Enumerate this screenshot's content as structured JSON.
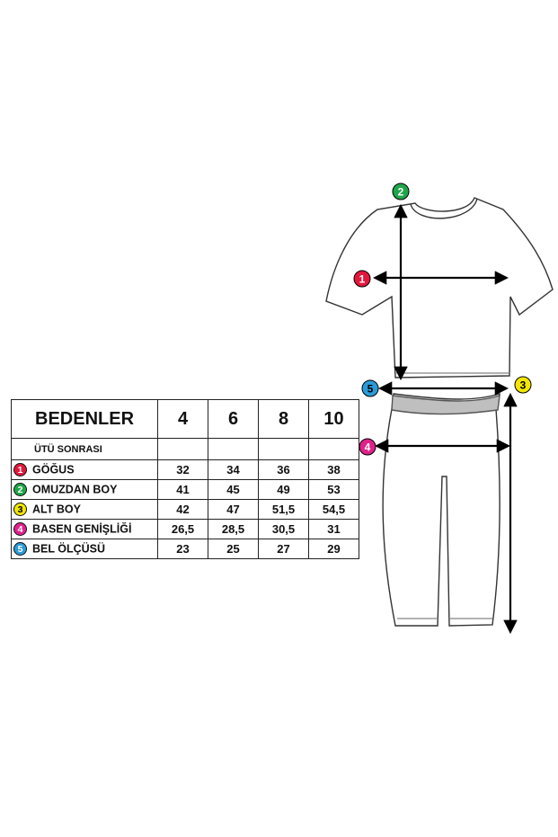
{
  "table": {
    "header_label": "BEDENLER",
    "sizes": [
      "4",
      "6",
      "8",
      "10"
    ],
    "subheader": "ÜTÜ SONRASI",
    "rows": [
      {
        "num": "1",
        "label": "GÖĞUS",
        "color": "#e3173b",
        "values": [
          "32",
          "34",
          "36",
          "38"
        ]
      },
      {
        "num": "2",
        "label": "OMUZDAN BOY",
        "color": "#1fa64a",
        "values": [
          "41",
          "45",
          "49",
          "53"
        ]
      },
      {
        "num": "3",
        "label": "ALT BOY",
        "color": "#f2e600",
        "values": [
          "42",
          "47",
          "51,5",
          "54,5"
        ]
      },
      {
        "num": "4",
        "label": "BASEN GENİŞLİĞİ",
        "color": "#e0218a",
        "values": [
          "26,5",
          "28,5",
          "30,5",
          "31"
        ]
      },
      {
        "num": "5",
        "label": "BEL ÖLÇÜSÜ",
        "color": "#2b9bd7",
        "values": [
          "23",
          "25",
          "27",
          "29"
        ]
      }
    ]
  },
  "markers": {
    "m1": {
      "num": "1",
      "color": "#e3173b"
    },
    "m2": {
      "num": "2",
      "color": "#1fa64a"
    },
    "m3": {
      "num": "3",
      "color": "#f2e600"
    },
    "m4": {
      "num": "4",
      "color": "#e0218a"
    },
    "m5": {
      "num": "5",
      "color": "#2b9bd7"
    }
  }
}
